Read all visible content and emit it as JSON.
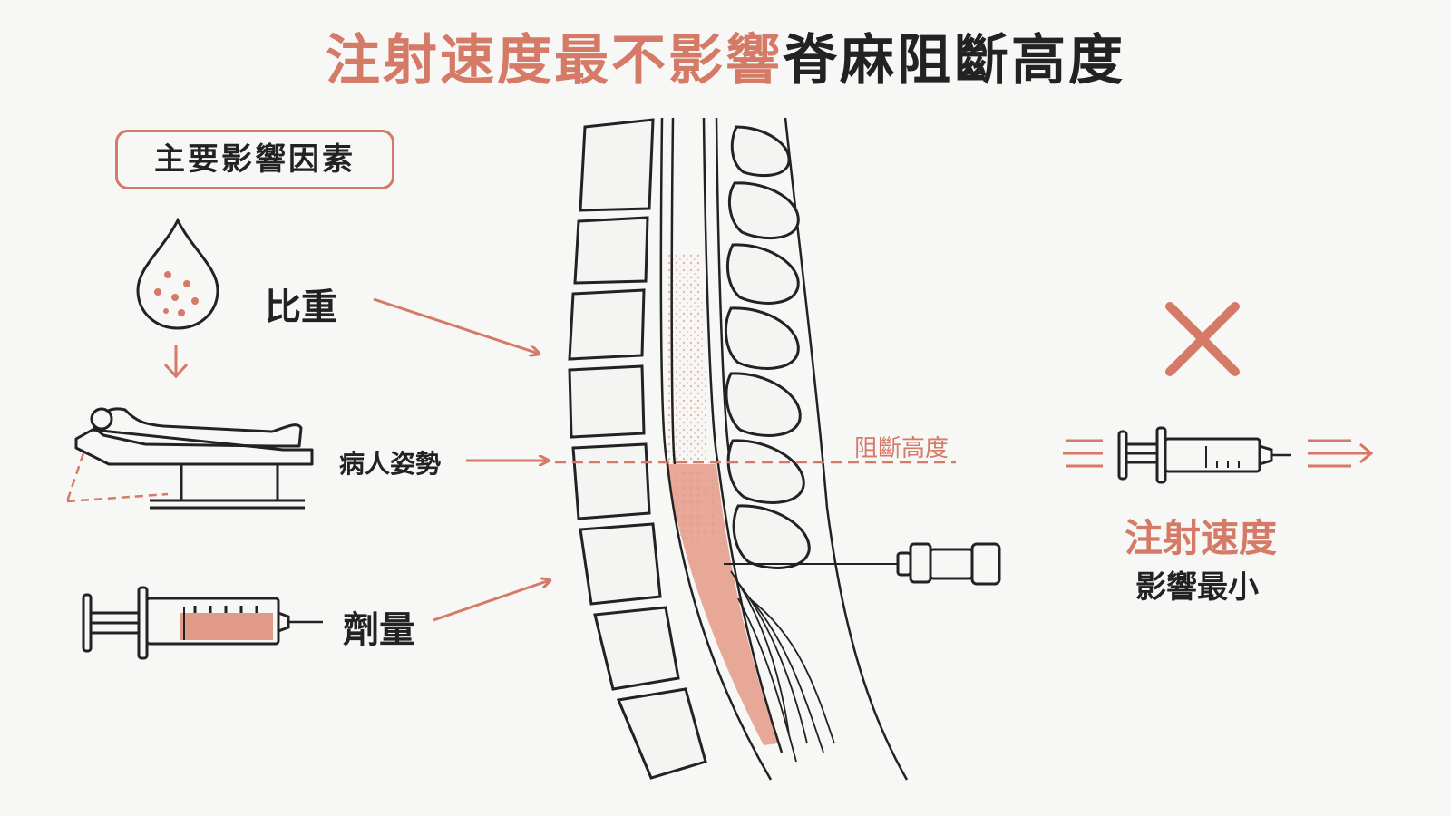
{
  "title": {
    "accent": "注射速度最不影響",
    "dark": "脊麻阻斷高度"
  },
  "factors": {
    "heading": "主要影響因素",
    "density": "比重",
    "posture": "病人姿勢",
    "dose": "劑量"
  },
  "spine": {
    "block_level_label": "阻斷高度"
  },
  "speed": {
    "label": "注射速度",
    "effect": "影響最小"
  },
  "colors": {
    "accent": "#d47a66",
    "ink": "#222222",
    "csf_fill": "#e8a898"
  },
  "icons": [
    "droplet-icon",
    "down-arrow-icon",
    "reclined-patient-icon",
    "syringe-icon",
    "spinal-needle-icon",
    "x-mark-icon",
    "speed-lines-icon",
    "arrow-icon"
  ]
}
